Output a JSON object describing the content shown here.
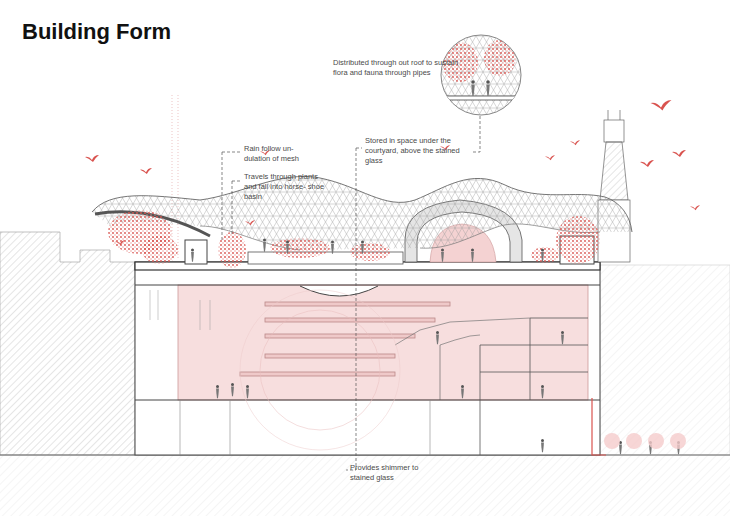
{
  "diagram": {
    "title": "Building Form",
    "labels": [
      "Distributed through out roof to sustain flora and fauna through pipes",
      "Rain follow un- dulation of mesh",
      "Travels through plants and fall into horse- shoe basin",
      "Stored in space under the courtyard, above the stained glass",
      "Provides shimmer to stained glass"
    ]
  }
}
